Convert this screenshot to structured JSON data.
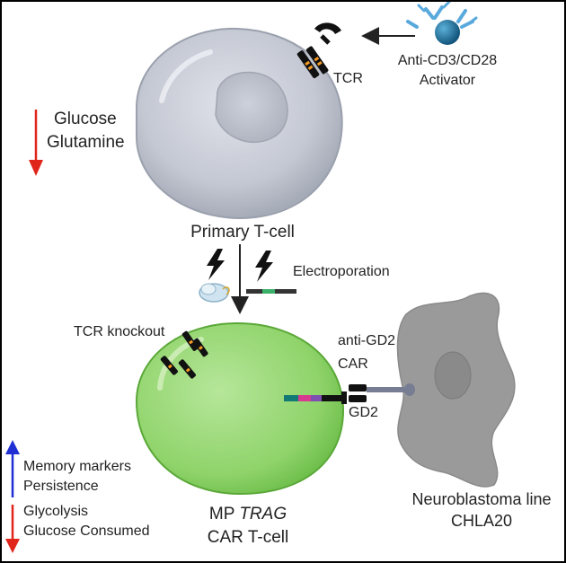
{
  "labels": {
    "tcr": "TCR",
    "activator_line1": "Anti-CD3/CD28",
    "activator_line2": "Activator",
    "glucose": "Glucose",
    "glutamine": "Glutamine",
    "primary_tcell": "Primary T-cell",
    "electroporation": "Electroporation",
    "tcr_knockout": "TCR knockout",
    "anti_gd2": "anti-GD2",
    "car": "CAR",
    "gd2": "GD2",
    "memory_markers": "Memory markers",
    "persistence": "Persistence",
    "glycolysis": "Glycolysis",
    "glucose_consumed": "Glucose Consumed",
    "mp": "MP ",
    "trag": "TRAG",
    "car_tcell": "CAR T-cell",
    "neuroblastoma": "Neuroblastoma line",
    "chla20": "CHLA20"
  },
  "colors": {
    "primary_cell": "#c4c8d2",
    "car_cell": "#8fd36a",
    "tumor_cell": "#9a9a9a",
    "down_arrow": "#e0251b",
    "up_arrow": "#1f2fd4",
    "activator_bead": "#1f6f9e",
    "antibody": "#5aa9dd"
  },
  "icons": {
    "bolt": "lightning-bolt-icon",
    "cas9": "cas9-protein-icon",
    "dna": "dna-template-icon"
  }
}
